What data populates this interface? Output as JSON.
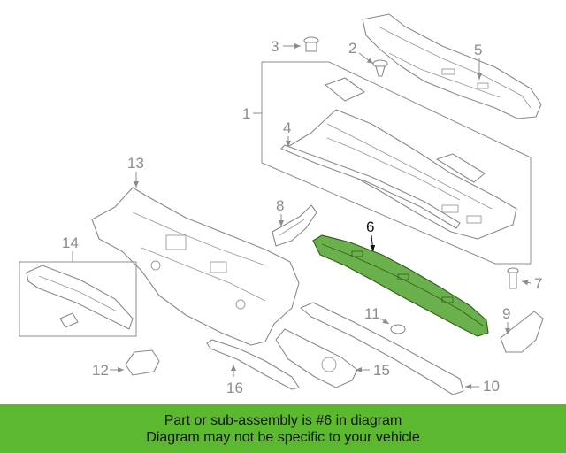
{
  "diagram": {
    "callouts": [
      "1",
      "2",
      "3",
      "4",
      "5",
      "6",
      "7",
      "8",
      "9",
      "10",
      "11",
      "12",
      "13",
      "14",
      "15",
      "16"
    ],
    "highlight_color": "#6ab04c"
  },
  "banner": {
    "line1": "Part or sub-assembly is #6 in diagram",
    "line2": "Diagram may not be specific to your vehicle",
    "color": "#5cb82e"
  }
}
